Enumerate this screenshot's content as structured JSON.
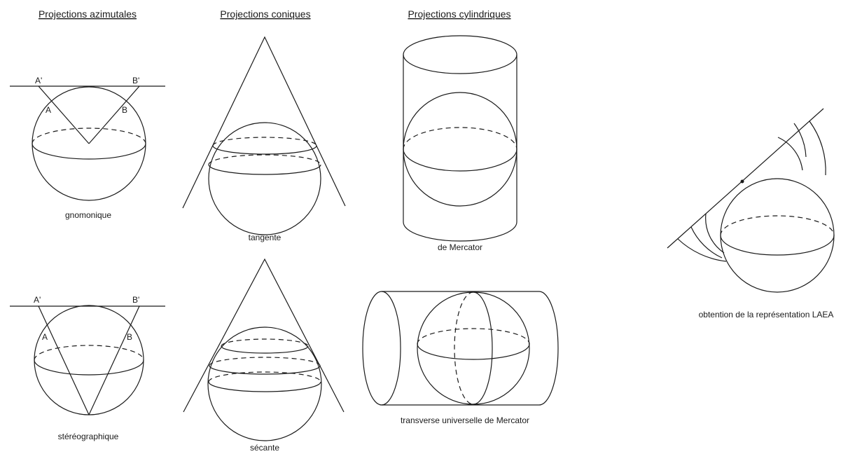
{
  "headers": {
    "azimuthal": "Projections azimutales",
    "conic": "Projections coniques",
    "cylindrical": "Projections cylindriques"
  },
  "captions": {
    "gnomonic": "gnomonique",
    "stereographic": "stéréographique",
    "tangent": "tangente",
    "secant": "sécante",
    "mercator": "de Mercator",
    "transverse_mercator": "transverse universelle de Mercator",
    "laea": "obtention de la représentation LAEA"
  },
  "point_labels": {
    "a_prime": "A'",
    "b_prime": "B'",
    "a": "A",
    "b": "B"
  }
}
